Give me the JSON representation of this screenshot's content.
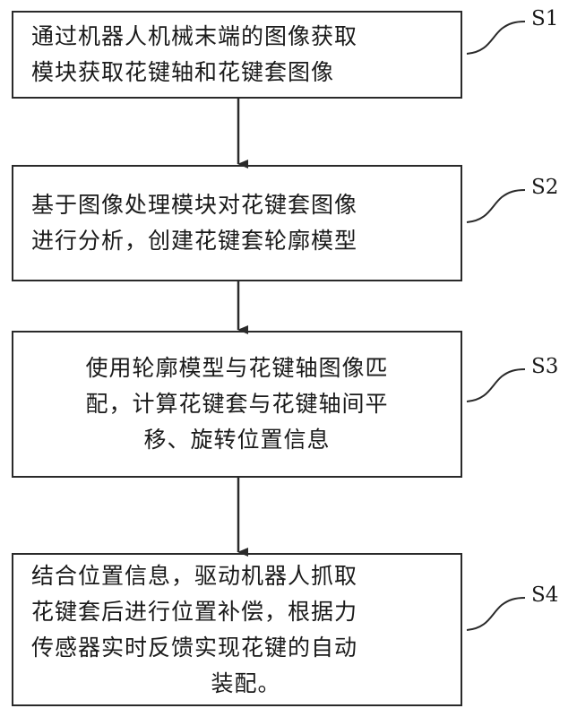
{
  "steps": [
    {
      "id": "S1",
      "lines": [
        "通过机器人机械末端的图像获取",
        "模块获取花键轴和花键套图像"
      ]
    },
    {
      "id": "S2",
      "lines": [
        "基于图像处理模块对花键套图像",
        "进行分析，创建花键套轮廓模型"
      ]
    },
    {
      "id": "S3",
      "lines": [
        "使用轮廓模型与花键轴图像匹",
        "配，计算花键套与花键轴间平",
        "移、旋转位置信息"
      ]
    },
    {
      "id": "S4",
      "lines": [
        "结合位置信息，驱动机器人抓取",
        "花键套后进行位置补偿，根据力",
        "传感器实时反馈实现花键的自动",
        "装配。"
      ]
    }
  ]
}
